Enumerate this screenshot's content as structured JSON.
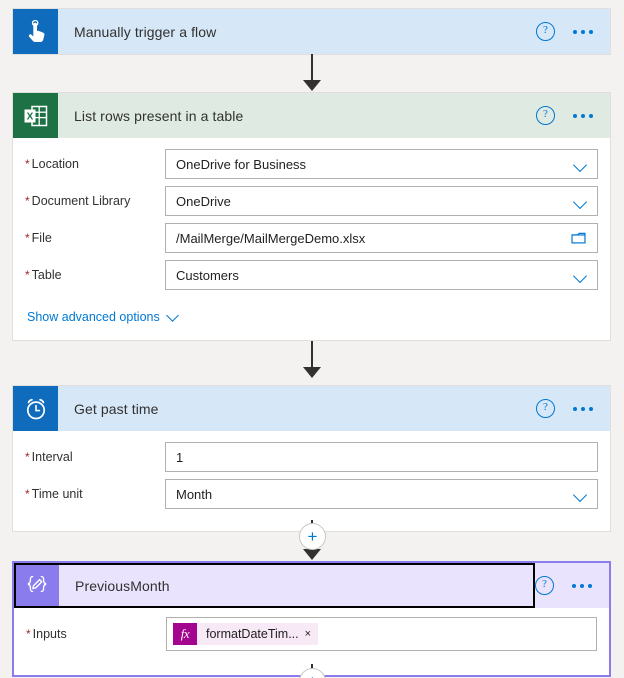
{
  "flow": {
    "cards": [
      {
        "id": "trigger",
        "title": "Manually trigger a flow",
        "icon": "hand-tap-icon",
        "help_icon": "help-circle-icon",
        "more_icon": "ellipsis-icon"
      },
      {
        "id": "list-rows",
        "title": "List rows present in a table",
        "icon": "excel-icon",
        "help_icon": "help-circle-icon",
        "more_icon": "ellipsis-icon",
        "fields": [
          {
            "label": "Location",
            "required": true,
            "value": "OneDrive for Business",
            "control": "dropdown"
          },
          {
            "label": "Document Library",
            "required": true,
            "value": "OneDrive",
            "control": "dropdown"
          },
          {
            "label": "File",
            "required": true,
            "value": "/MailMerge/MailMergeDemo.xlsx",
            "control": "filepicker"
          },
          {
            "label": "Table",
            "required": true,
            "value": "Customers",
            "control": "dropdown"
          }
        ],
        "advanced_label": "Show advanced options"
      },
      {
        "id": "get-past-time",
        "title": "Get past time",
        "icon": "alarm-clock-icon",
        "help_icon": "help-circle-icon",
        "more_icon": "ellipsis-icon",
        "fields": [
          {
            "label": "Interval",
            "required": true,
            "value": "1",
            "control": "text"
          },
          {
            "label": "Time unit",
            "required": true,
            "value": "Month",
            "control": "dropdown"
          }
        ]
      },
      {
        "id": "previous-month",
        "title": "PreviousMonth",
        "icon": "compose-braces-icon",
        "help_icon": "help-circle-icon",
        "more_icon": "ellipsis-icon",
        "selected": true,
        "fields": [
          {
            "label": "Inputs",
            "required": true,
            "control": "token",
            "token": {
              "fx": "fx",
              "label": "formatDateTim...",
              "remove": "×"
            }
          }
        ]
      }
    ],
    "add_step_label": "+"
  },
  "colors": {
    "trigger_header": "#d6e7f8",
    "excel_header": "#dfeae2",
    "compose_header": "#e9e3fd",
    "trigger_icon": "#0f6cbd",
    "excel_icon": "#1e7145",
    "compose_icon": "#8a7ced",
    "accent_blue": "#0078d4",
    "required_red": "#a4262c",
    "token_fx": "#a4058e"
  }
}
